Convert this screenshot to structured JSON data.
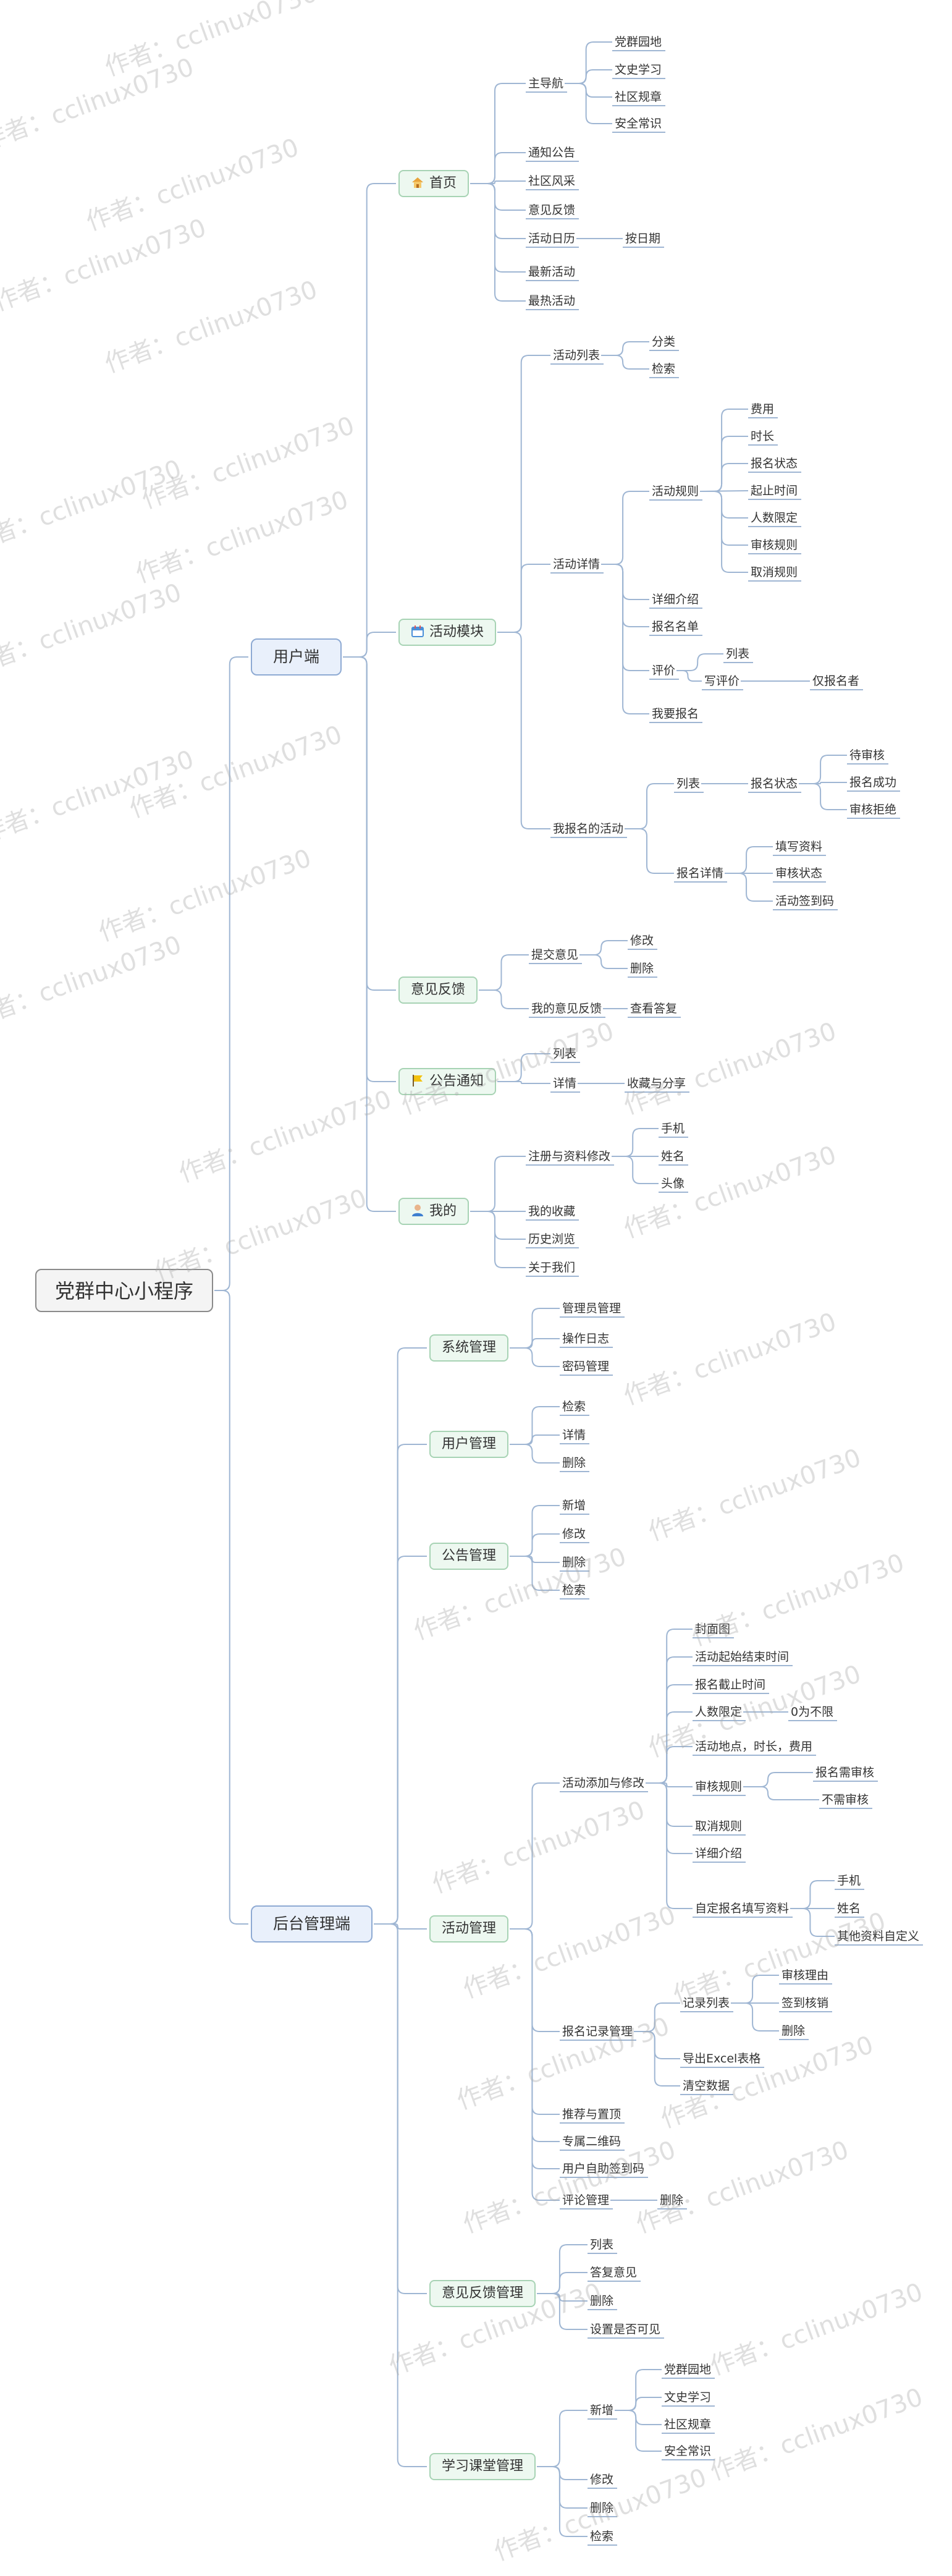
{
  "mindmap": {
    "root": "党群中心小程序",
    "user_side": {
      "label": "用户端",
      "home": {
        "label": "首页",
        "main_nav": "主导航",
        "main_nav_items": [
          "党群园地",
          "文史学习",
          "社区规章",
          "安全常识"
        ],
        "items": [
          "通知公告",
          "社区风采",
          "意见反馈",
          "活动日历",
          "最新活动",
          "最热活动"
        ],
        "calendar_sub": "按日期"
      },
      "activity": {
        "label": "活动模块",
        "list": "活动列表",
        "list_items": [
          "分类",
          "检索"
        ],
        "detail": "活动详情",
        "rules": "活动规则",
        "rule_items": [
          "费用",
          "时长",
          "报名状态",
          "起止时间",
          "人数限定",
          "审核规则",
          "取消规则"
        ],
        "detail_intro": "详细介绍",
        "signup_list": "报名名单",
        "review": "评价",
        "review_items": [
          "列表",
          "写评价"
        ],
        "review_note": "仅报名者",
        "signup": "我要报名",
        "my": "我报名的活动",
        "my_list": "列表",
        "my_status": "报名状态",
        "status_items": [
          "待审核",
          "报名成功",
          "审核拒绝"
        ],
        "my_detail": "报名详情",
        "detail_items": [
          "填写资料",
          "审核状态",
          "活动签到码"
        ]
      },
      "feedback": {
        "label": "意见反馈",
        "submit": "提交意见",
        "submit_items": [
          "修改",
          "删除"
        ],
        "mine": "我的意见反馈",
        "mine_sub": "查看答复"
      },
      "notice": {
        "label": "公告通知",
        "items": [
          "列表",
          "详情"
        ],
        "detail_sub": "收藏与分享"
      },
      "me": {
        "label": "我的",
        "reg": "注册与资料修改",
        "reg_items": [
          "手机",
          "姓名",
          "头像"
        ],
        "items": [
          "我的收藏",
          "历史浏览",
          "关于我们"
        ]
      }
    },
    "admin_side": {
      "label": "后台管理端",
      "system": {
        "label": "系统管理",
        "items": [
          "管理员管理",
          "操作日志",
          "密码管理"
        ]
      },
      "users": {
        "label": "用户管理",
        "items": [
          "检索",
          "详情",
          "删除"
        ]
      },
      "notices": {
        "label": "公告管理",
        "items": [
          "新增",
          "修改",
          "删除",
          "检索"
        ]
      },
      "activity": {
        "label": "活动管理",
        "edit": "活动添加与修改",
        "edit_items": [
          "封面图",
          "活动起始结束时间",
          "报名截止时间",
          "人数限定",
          "活动地点，时长，费用",
          "审核规则",
          "取消规则",
          "详细介绍",
          "自定报名填写资料"
        ],
        "limit_note": "0为不限",
        "audit_items": [
          "报名需审核",
          "不需审核"
        ],
        "custom_items": [
          "手机",
          "姓名",
          "其他资料自定义"
        ],
        "records": "报名记录管理",
        "record_list": "记录列表",
        "record_list_items": [
          "审核理由",
          "签到核销",
          "删除"
        ],
        "record_items": [
          "导出Excel表格",
          "清空数据"
        ],
        "others": [
          "推荐与置顶",
          "专属二维码",
          "用户自助签到码",
          "评论管理"
        ],
        "comment_sub": "删除"
      },
      "feedback": {
        "label": "意见反馈管理",
        "items": [
          "列表",
          "答复意见",
          "删除",
          "设置是否可见"
        ]
      },
      "study": {
        "label": "学习课堂管理",
        "new": "新增",
        "new_items": [
          "党群园地",
          "文史学习",
          "社区规章",
          "安全常识"
        ],
        "items": [
          "修改",
          "删除",
          "检索"
        ]
      }
    }
  },
  "watermark": "作者：cclinux0730"
}
